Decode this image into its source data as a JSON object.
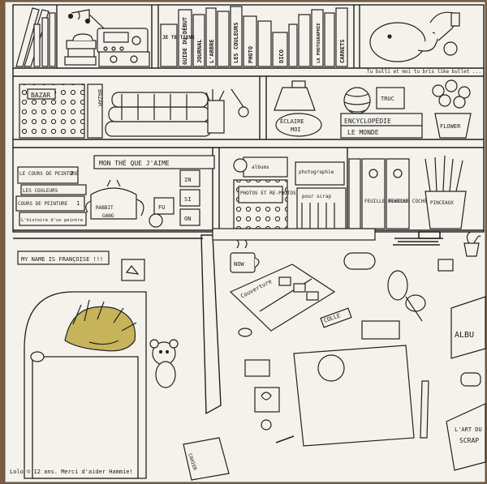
{
  "shelf1": {
    "spine_je_te_tiens": "JE TE TIENS",
    "spine_guide_debut": "GUIDE DU DÉBUT",
    "spine_journal": "JOURNAL",
    "spine_l_arbre": "L'ARBRE",
    "spine_couleurs": "LES COULEURS",
    "spine_photo": "PHOTO",
    "spine_dico": "DICO",
    "spine_la_photographie": "LA PHOTOGRAPHIE",
    "spine_carnets": "CARNETS",
    "note_bulle": "Tu bulli et moi tu bris like bullet ..."
  },
  "shelf2": {
    "box_bazar": "BAZAR",
    "binder_bazar": "BAZAR",
    "eclaire_moi_line1": "ÉCLAIRE",
    "eclaire_moi_line2": "MOI",
    "truc_box": "TRUC",
    "encyclo_line1": "ENCYCLOPÉDIE",
    "encyclo_line2": "LE MONDE",
    "flower_label": "FLOWER"
  },
  "shelf3": {
    "banner_the": "MON THÉ QUE J'AIME",
    "cours1": "LE COURS DE PEINTURE",
    "cours1_num": "2",
    "cours_couleurs": "LES COULEURS",
    "cours2": "COURS DE PEINTURE",
    "cours2_num": "1",
    "cours_histoire": "L'histoire d'un peintre",
    "rabbit_line1": "RABBIT",
    "rabbit_line2": "GANG",
    "tea_in": "IN",
    "tea_si": "SI",
    "tea_on": "ON",
    "tea_fu": "FU",
    "photos_label": "PHOTOS ET RE-PHOTOS",
    "albums_label": "albums",
    "photographe_label": "photographie",
    "pour_scrap": "pour scrap",
    "feuille_blanche": "FEUILLE BLANCHE",
    "feuille_cochee": "FEUILLE COCHÉE",
    "pinceaux_label": "PINCEAUX"
  },
  "bottom": {
    "banner_name": "MY NAME IS FRANÇOISE !!!",
    "mug_label": "NOW",
    "couverture": "Couverture",
    "colle": "COLLE",
    "album_label": "ALBU",
    "scrap_line1": "L'ART DU",
    "scrap_line2": "SCRAP",
    "cahier_label": "CAHIER",
    "signature": "Lolo ☺ 12 ans. Merci d'aider Hammie!"
  },
  "colors": {
    "paper": "#f4f2ea",
    "ink": "#1f1f1f",
    "hair": "#c7b45a",
    "wood": "#7b5c3f"
  }
}
